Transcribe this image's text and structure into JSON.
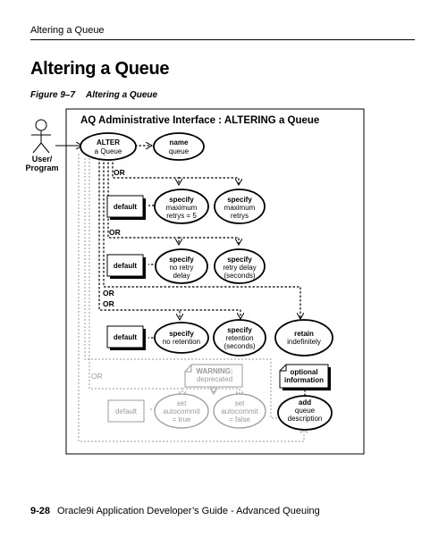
{
  "header": {
    "running_head": "Altering a Queue"
  },
  "page": {
    "title": "Altering a Queue"
  },
  "figure": {
    "number": "Figure 9–7",
    "caption": "Altering a Queue",
    "diagram_title": "AQ Administrative Interface : ALTERING a Queue",
    "actor": {
      "line1": "User/",
      "line2": "Program"
    },
    "alter": {
      "line1": "ALTER",
      "line2": "a Queue"
    },
    "name_queue": {
      "line1": "name",
      "line2": "queue"
    },
    "or_label": "OR",
    "default_label": "default",
    "retries_default": {
      "line1": "specify",
      "line2": "maximum",
      "line3": "retrys = 5"
    },
    "retries_max": {
      "line1": "specify",
      "line2": "maximum",
      "line3": "retrys"
    },
    "no_retry_delay": {
      "line1": "specify",
      "line2": "no retry",
      "line3": "delay"
    },
    "retry_delay": {
      "line1": "specify",
      "line2": "retry delay",
      "line3": "(seconds)"
    },
    "no_retention": {
      "line1": "specify",
      "line2": "no retention"
    },
    "retention": {
      "line1": "specify",
      "line2": "retention",
      "line3": "(seconds)"
    },
    "retain": {
      "line1": "retain",
      "line2": "indefinitely"
    },
    "warning": {
      "line1": "WARNING:",
      "line2": "deprecated"
    },
    "optional": {
      "line1": "optional",
      "line2": "information"
    },
    "autocommit_true": {
      "line1": "set",
      "line2": "autocommit",
      "line3": "= true"
    },
    "autocommit_false": {
      "line1": "set",
      "line2": "autocommit",
      "line3": "= false"
    },
    "description": {
      "line1": "add",
      "line2": "queue",
      "line3": "description"
    }
  },
  "footer": {
    "page_number": "9-28",
    "book_title": "Oracle9i Application Developer’s Guide - Advanced Queuing"
  },
  "colors": {
    "ink": "#000000",
    "deprecated": "#9a9a9a"
  }
}
